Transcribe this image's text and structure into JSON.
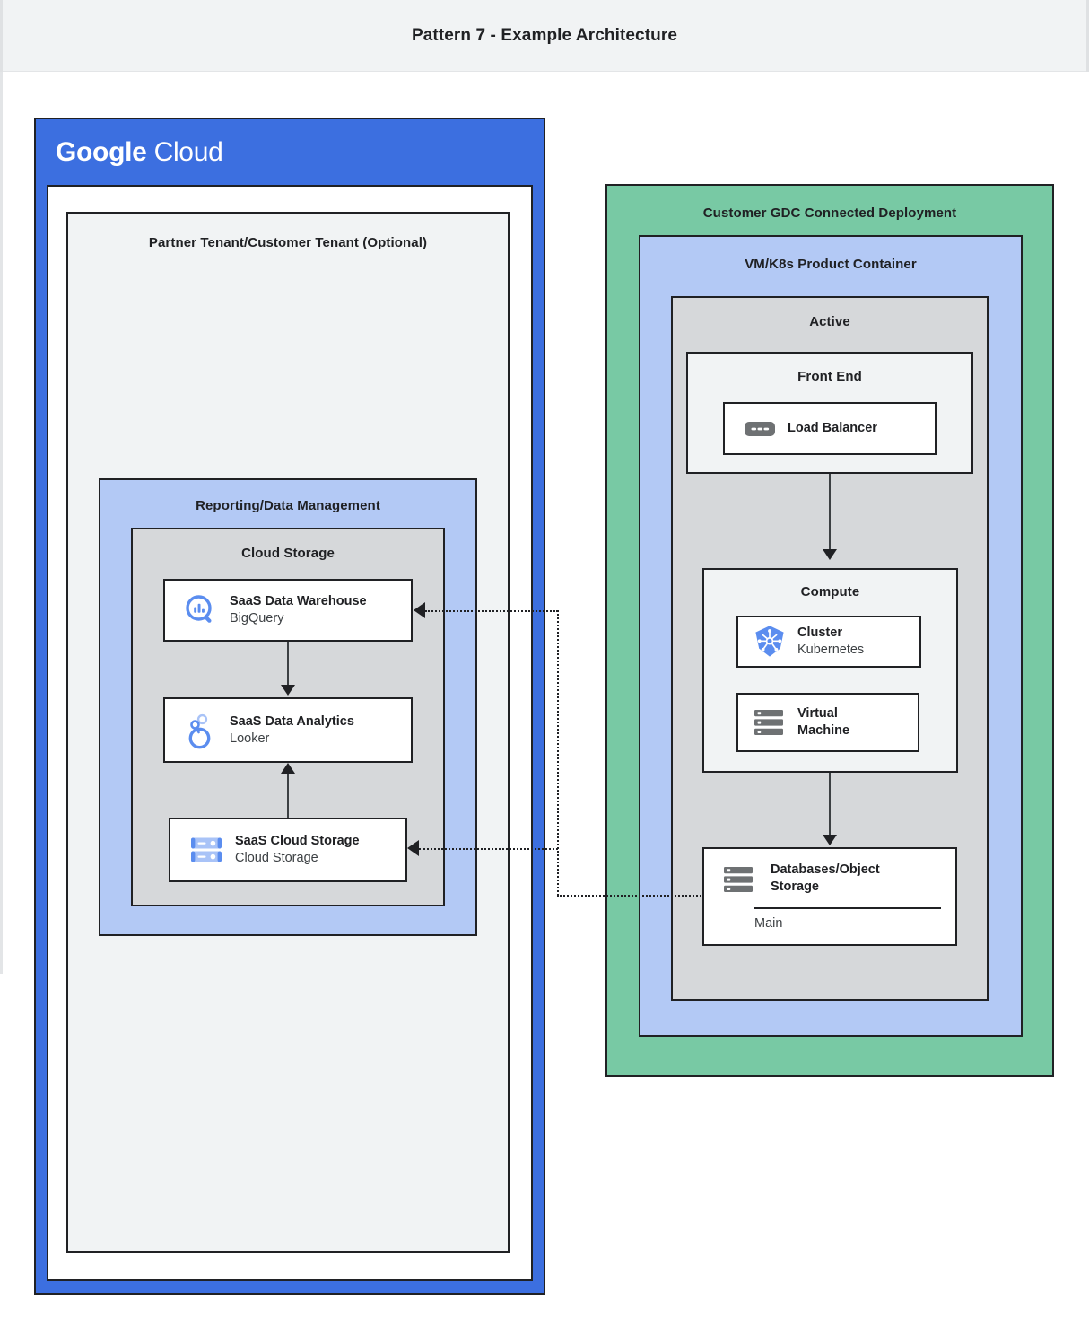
{
  "header": {
    "title": "Pattern 7 - Example Architecture"
  },
  "left_cloud": {
    "logo_bold": "Google",
    "logo_light": "Cloud",
    "tenant_title": "Partner Tenant/Customer Tenant (Optional)",
    "reporting_title": "Reporting/Data Management",
    "cloud_storage_title": "Cloud Storage",
    "nodes": [
      {
        "icon": "bigquery-icon",
        "title": "SaaS Data Warehouse",
        "sub": "BigQuery"
      },
      {
        "icon": "looker-icon",
        "title": "SaaS Data Analytics",
        "sub": "Looker"
      },
      {
        "icon": "cloud-storage-icon",
        "title": "SaaS Cloud Storage",
        "sub": "Cloud Storage"
      }
    ]
  },
  "right_gdc": {
    "gdc_title": "Customer GDC Connected Deployment",
    "vmk8s_title": "VM/K8s Product Container",
    "active_title": "Active",
    "frontend_title": "Front End",
    "compute_title": "Compute",
    "load_balancer": {
      "icon": "load-balancer-icon",
      "title": "Load Balancer"
    },
    "cluster": {
      "icon": "kubernetes-icon",
      "title": "Cluster",
      "sub": "Kubernetes"
    },
    "virtual_machine": {
      "icon": "virtual-machine-icon",
      "title_line1": "Virtual",
      "title_line2": "Machine"
    },
    "database": {
      "icon": "database-storage-icon",
      "title_line1": "Databases/Object",
      "title_line2": "Storage",
      "footer": "Main"
    }
  },
  "colors": {
    "google_cloud_blue": "#3c6fe0",
    "light_blue_panel": "#b3c9f5",
    "green_panel": "#78c9a4",
    "gray_panel": "#d6d8da",
    "light_gray_panel": "#f1f3f4",
    "stroke": "#202124",
    "icon_blue": "#5b8def",
    "icon_gray": "#6e7173"
  }
}
